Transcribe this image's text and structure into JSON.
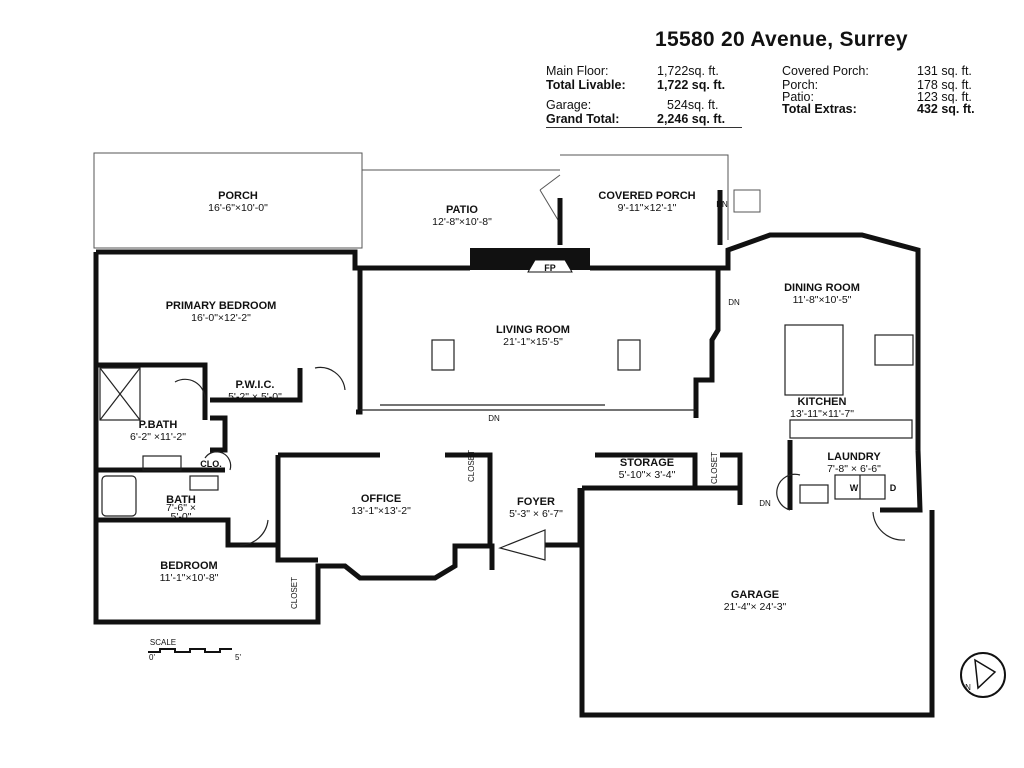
{
  "header": {
    "address": "15580 20 Avenue, Surrey"
  },
  "areas_left": [
    {
      "label": "Main Floor:",
      "value": "1,722sq. ft.",
      "bold": false
    },
    {
      "label": "Total Livable:",
      "value": "1,722 sq. ft.",
      "bold": true
    },
    {
      "label": "Garage:",
      "value": "524sq. ft.",
      "bold": false
    },
    {
      "label": "Grand Total:",
      "value": "2,246 sq. ft.",
      "bold": true
    }
  ],
  "areas_right": [
    {
      "label": "Covered Porch:",
      "value": "131 sq. ft.",
      "bold": false
    },
    {
      "label": "Porch:",
      "value": "178 sq. ft.",
      "bold": false
    },
    {
      "label": "Patio:",
      "value": "123 sq. ft.",
      "bold": false
    },
    {
      "label": "Total Extras:",
      "value": "432 sq. ft.",
      "bold": true
    }
  ],
  "rooms": {
    "porch": {
      "name": "PORCH",
      "dim": "16'-6\"×10'-0\""
    },
    "patio": {
      "name": "PATIO",
      "dim": "12'-8\"×10'-8\""
    },
    "covered_porch": {
      "name": "COVERED PORCH",
      "dim": "9'-11\"×12'-1\""
    },
    "primary_bedroom": {
      "name": "PRIMARY BEDROOM",
      "dim": "16'-0\"×12'-2\""
    },
    "living_room": {
      "name": "LIVING ROOM",
      "dim": "21'-1\"×15'-5\""
    },
    "dining_room": {
      "name": "DINING ROOM",
      "dim": "11'-8\"×10'-5\""
    },
    "kitchen": {
      "name": "KITCHEN",
      "dim": "13'-11\"×11'-7\""
    },
    "pwic": {
      "name": "P.W.I.C.",
      "dim": "5'-2\" × 5'-0\""
    },
    "pbath": {
      "name": "P.BATH",
      "dim": "6'-2\" ×11'-2\""
    },
    "bath": {
      "name": "BATH",
      "dim1": "7'-6\" ×",
      "dim2": "5'-0\""
    },
    "office": {
      "name": "OFFICE",
      "dim": "13'-1\"×13'-2\""
    },
    "foyer": {
      "name": "FOYER",
      "dim": "5'-3\" × 6'-7\""
    },
    "storage": {
      "name": "STORAGE",
      "dim": "5'-10\"× 3'-4\""
    },
    "laundry": {
      "name": "LAUNDRY",
      "dim": "7'-8\" × 6'-6\""
    },
    "bedroom": {
      "name": "BEDROOM",
      "dim": "11'-1\"×10'-8\""
    },
    "garage": {
      "name": "GARAGE",
      "dim": "21'-4\"× 24'-3\""
    }
  },
  "fixtures": {
    "fp": "FP",
    "clo": "CLO.",
    "closet": "CLOSET",
    "dn": "DN",
    "washer": "W",
    "dryer": "D"
  },
  "scale": {
    "label": "SCALE",
    "start": "0'",
    "end": "5'"
  },
  "compass": {
    "letter": "N"
  }
}
